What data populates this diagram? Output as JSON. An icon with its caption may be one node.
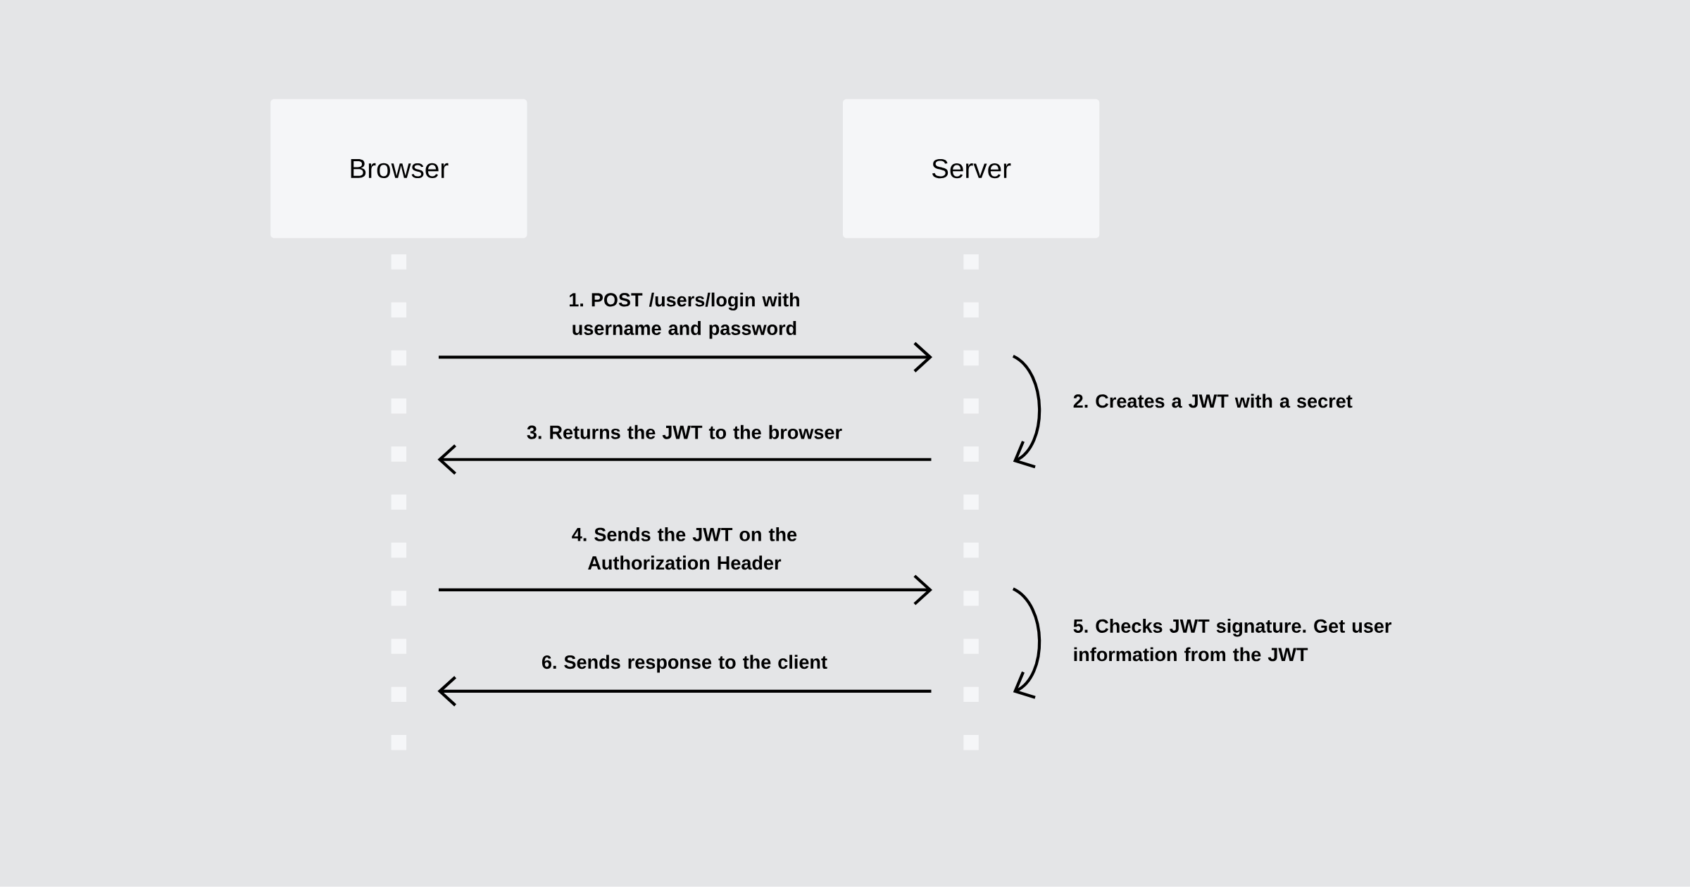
{
  "diagram": {
    "nodes": [
      {
        "text": [
          "Browser"
        ]
      },
      {
        "text": [
          "Server"
        ]
      }
    ],
    "edges": [
      {
        "from": 0,
        "to": 1,
        "arrow": "to",
        "label": "1. POST /users/login with username and password"
      },
      {
        "from": 1,
        "to": 1,
        "arrow": "to",
        "label": "2. Creates a JWT with a secret"
      },
      {
        "from": 1,
        "to": 0,
        "arrow": "to",
        "label": "3. Returns the JWT to the browser"
      },
      {
        "from": 0,
        "to": 1,
        "arrow": "to",
        "label": "4. Sends the JWT on the Authorization Header"
      },
      {
        "from": 1,
        "to": 1,
        "arrow": "to",
        "label": "5. Checks JWT signature. Get user information from the JWT"
      },
      {
        "from": 1,
        "to": 0,
        "arrow": "to",
        "label": "6. Sends response to the client"
      }
    ]
  }
}
